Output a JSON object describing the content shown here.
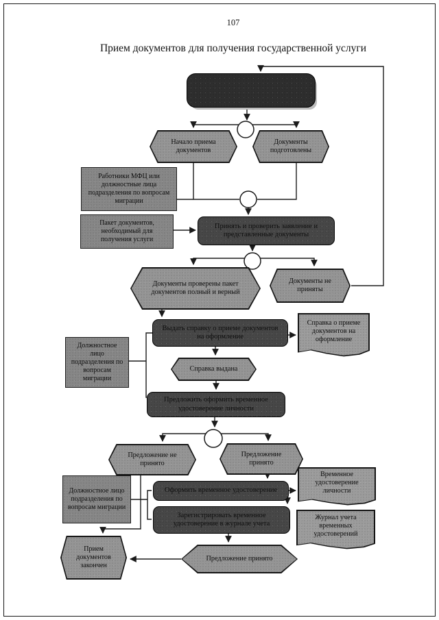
{
  "page": {
    "number": "107",
    "title": "Прием документов для получения государственной услуги"
  },
  "colors": {
    "page_bg": "#ffffff",
    "ink": "#1a1a1a",
    "shape_fill": "#959595",
    "process_fill": "#474747",
    "start_fill": "#2e2e2e"
  },
  "nodes": {
    "start": "",
    "begin_reception": "Начало приема документов",
    "docs_prepared": "Документы подготовлены",
    "mfc_workers": "Работники МФЦ или должностные лица подразделения по вопросам миграции",
    "package_docs": "Пакет документов, необходимый для получения услуги",
    "accept_check": "Принять и проверить заявление и представленные документы",
    "docs_checked": "Документы проверены пакет документов полный и верный",
    "docs_not_accepted": "Документы не приняты",
    "issue_certificate": "Выдать справку о приеме документов на оформление",
    "certificate_doc": "Справка о приеме документов на оформление",
    "official_migration_1": "Должностное лицо подразделения по вопросам миграции",
    "certificate_issued": "Справка выдана",
    "offer_temp_id": "Предложить оформить временное удостоверение личности",
    "offer_not_accepted": "Предложение не принято",
    "offer_accepted": "Предложение принято",
    "official_migration_2": "Должностное лицо подразделения по вопросам миграции",
    "issue_temp_id": "Оформить временное удостоверение",
    "temp_id_doc": "Временное удостоверение личности",
    "register_temp_id": "Зарегистрировать временное удостоверение в журнале учета",
    "journal_doc": "Журнал учета временных удостоверений",
    "offer_accepted_final": "Предложение принято",
    "reception_finished": "Прием документов закончен"
  }
}
